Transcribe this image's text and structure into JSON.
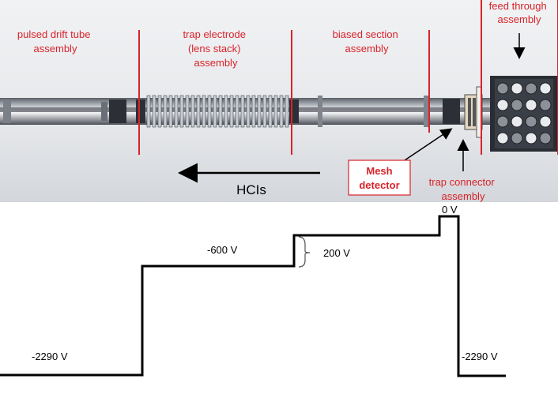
{
  "colors": {
    "label_red": "#d8232a",
    "divider_red": "#d8232a",
    "potential_line": "#000000",
    "panel_top": "#e9ebee",
    "panel_bottom": "#d6d9de",
    "electrode_dark": "#3b3e45",
    "electrode_light": "#c7ccd3"
  },
  "sections": {
    "pulsed_drift_tube": [
      "pulsed drift tube",
      "assembly"
    ],
    "trap_electrode": [
      "trap electrode",
      "(lens stack)",
      "assembly"
    ],
    "biased_section": [
      "biased section",
      "assembly"
    ],
    "feed_through": [
      "feed through",
      "assembly"
    ],
    "trap_connector": [
      "trap connector",
      "assembly"
    ]
  },
  "mesh_detector": [
    "Mesh",
    "detector"
  ],
  "beam_label": "HCIs",
  "voltages": {
    "left_floor": "-2290 V",
    "step_mid": "-600 V",
    "step_delta": "200 V",
    "peak": "0 V",
    "right_floor": "-2290 V"
  }
}
